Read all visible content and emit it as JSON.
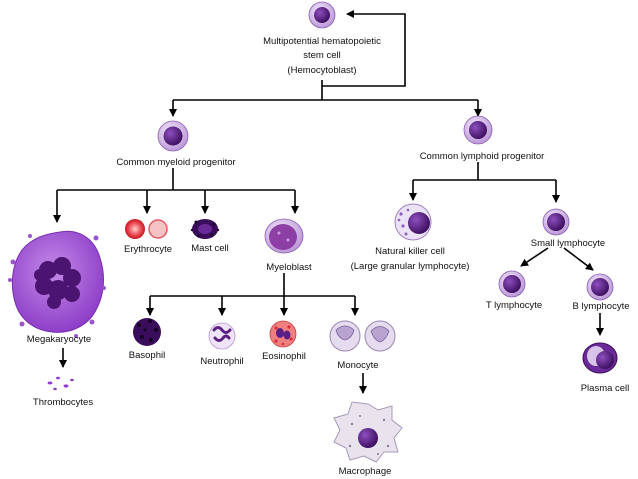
{
  "labels": {
    "stem_line1": "Multipotential hematopoietic",
    "stem_line2": "stem cell",
    "stem_line3": "(Hemocytoblast)",
    "myeloid": "Common myeloid progenitor",
    "lymphoid": "Common lymphoid progenitor",
    "megakaryocyte": "Megakaryocyte",
    "thrombocytes": "Thrombocytes",
    "erythrocyte": "Erythrocyte",
    "mast_cell": "Mast cell",
    "myeloblast": "Myeloblast",
    "basophil": "Basophil",
    "neutrophil": "Neutrophil",
    "eosinophil": "Eosinophil",
    "monocyte": "Monocyte",
    "macrophage": "Macrophage",
    "nk_line1": "Natural killer cell",
    "nk_line2": "(Large granular lymphocyte)",
    "small_lymphocyte": "Small lymphocyte",
    "t_lymphocyte": "T lymphocyte",
    "b_lymphocyte": "B lymphocyte",
    "plasma_cell": "Plasma cell"
  },
  "colors": {
    "nucleus": "#4a1470",
    "cytoplasm": "#c9a8e0",
    "erythrocyte": "#d61f2c",
    "connector": "#000000"
  }
}
